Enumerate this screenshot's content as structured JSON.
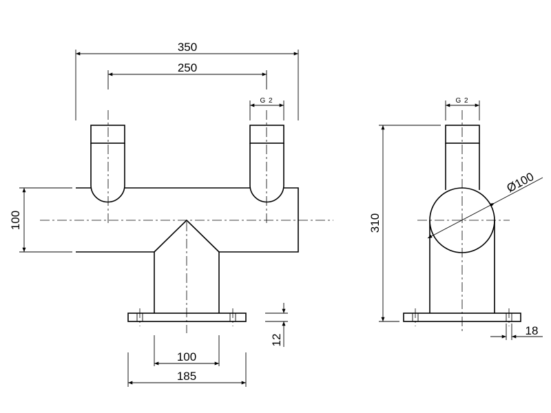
{
  "front_view": {
    "dim_width_overall": "350",
    "dim_pipe_spacing": "250",
    "dim_thread": "G 2",
    "dim_body_height": "100",
    "dim_flange_thickness": "12",
    "dim_leg_width": "100",
    "dim_flange_width": "185"
  },
  "side_view": {
    "dim_thread": "G 2",
    "dim_total_height": "310",
    "dim_diameter": "Ø100",
    "dim_hole": "18"
  }
}
